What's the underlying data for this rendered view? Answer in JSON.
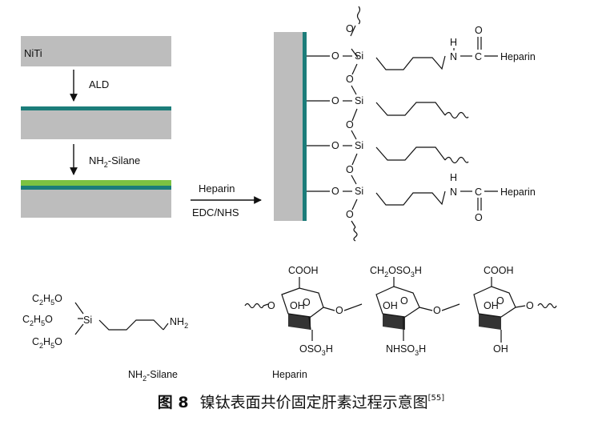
{
  "layers": {
    "substrate": "NiTi",
    "step1": "ALD",
    "step2_prefix": "NH",
    "step2_sub": "2",
    "step2_suffix": "-Silane"
  },
  "reaction": {
    "reagent_top": "Heparin",
    "reagent_bottom": "EDC/NHS"
  },
  "surface": {
    "si": "Si",
    "o": "O",
    "h": "H",
    "n": "N",
    "c": "C",
    "heparin": "Heparin"
  },
  "silane": {
    "group_main": "C",
    "group_sub1": "2",
    "group_mid": "H",
    "group_sub2": "5",
    "group_end": "O",
    "si": "Si",
    "amine_main": "NH",
    "amine_sub": "2",
    "label_prefix": "NH",
    "label_sub": "2",
    "label_suffix": "-Silane"
  },
  "heparin_struct": {
    "cooh": "COOH",
    "ch2_main": "CH",
    "ch2_sub": "2",
    "ch2_rest": "OSO",
    "ch2_sub2": "3",
    "ch2_end": "H",
    "oh": "OH",
    "o": "O",
    "oso3h_main": "OSO",
    "oso3h_sub": "3",
    "oso3h_end": "H",
    "nhso3h_main": "NHSO",
    "nhso3h_sub": "3",
    "nhso3h_end": "H",
    "label": "Heparin"
  },
  "caption": {
    "figure": "图 8",
    "text": "镍钛表面共价固定肝素过程示意图",
    "ref": "[55]"
  },
  "colors": {
    "substrate_gray": "#bdbdbd",
    "ald_teal": "#1c7d7a",
    "silane_green": "#7cc242"
  }
}
